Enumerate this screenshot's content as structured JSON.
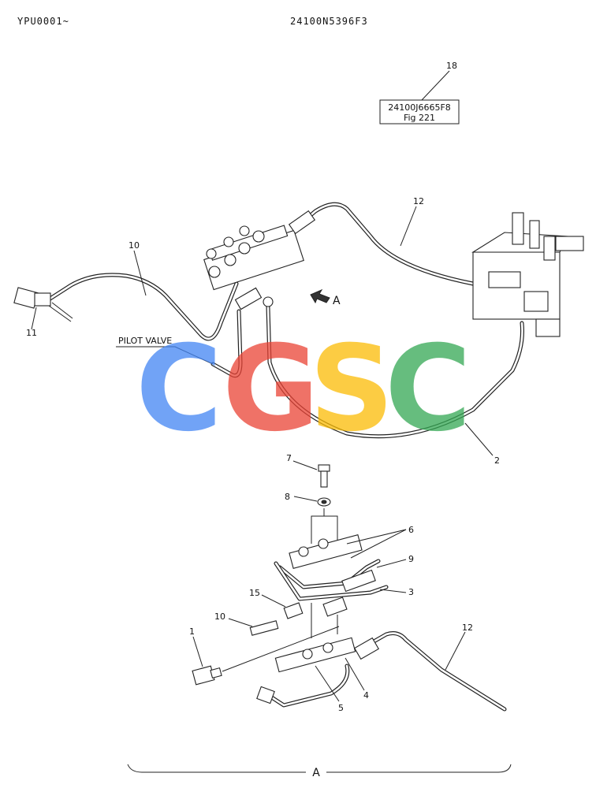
{
  "header": {
    "serial": "YPU0001~",
    "code": "24100N5396F3"
  },
  "reference_box": {
    "code": "24100J6665F8",
    "fig": "Fig 221"
  },
  "labels": {
    "pilot_valve": "PILOT VALVE",
    "view_a_arrow": "A",
    "view_a_bottom": "A"
  },
  "callouts": [
    "18",
    "12",
    "10",
    "11",
    "2",
    "7",
    "8",
    "6",
    "9",
    "3",
    "15",
    "10",
    "1",
    "12",
    "4",
    "5"
  ],
  "watermark": {
    "letters": [
      "C",
      "G",
      "S",
      "C"
    ],
    "colors": [
      "#4285f4",
      "#ea4335",
      "#fbbc05",
      "#34a853"
    ]
  }
}
